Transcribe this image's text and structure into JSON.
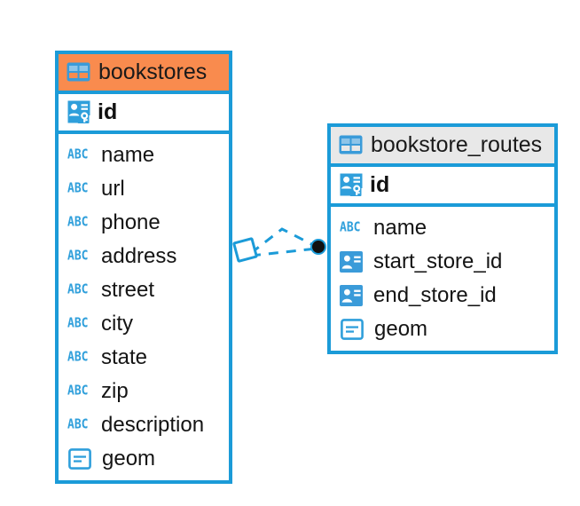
{
  "diagram": {
    "type": "er-diagram",
    "colors": {
      "entity_border": "#1b9bd8",
      "header_accent_orange": "#f98b4e",
      "header_accent_gray": "#e8e8e8",
      "icon_blue": "#2f9fdb",
      "connector_line": "#1b9bd8",
      "connector_endpoint": "#111111",
      "background": "#ffffff",
      "text": "#141414"
    },
    "entities": [
      {
        "id": "bookstores",
        "name": "bookstores",
        "header_accent": "orange",
        "table_icon": "table-grid-icon",
        "primary_key": {
          "label": "id",
          "icon": "primary-key-icon"
        },
        "fields": [
          {
            "label": "name",
            "icon": "abc-text-icon",
            "icon_text": "ABC"
          },
          {
            "label": "url",
            "icon": "abc-text-icon",
            "icon_text": "ABC"
          },
          {
            "label": "phone",
            "icon": "abc-text-icon",
            "icon_text": "ABC"
          },
          {
            "label": "address",
            "icon": "abc-text-icon",
            "icon_text": "ABC"
          },
          {
            "label": "street",
            "icon": "abc-text-icon",
            "icon_text": "ABC"
          },
          {
            "label": "city",
            "icon": "abc-text-icon",
            "icon_text": "ABC"
          },
          {
            "label": "state",
            "icon": "abc-text-icon",
            "icon_text": "ABC"
          },
          {
            "label": "zip",
            "icon": "abc-text-icon",
            "icon_text": "ABC"
          },
          {
            "label": "description",
            "icon": "abc-text-icon",
            "icon_text": "ABC"
          },
          {
            "label": "geom",
            "icon": "geometry-icon",
            "icon_text": ""
          }
        ]
      },
      {
        "id": "bookstore_routes",
        "name": "bookstore_routes",
        "header_accent": "gray",
        "table_icon": "table-grid-icon",
        "primary_key": {
          "label": "id",
          "icon": "primary-key-icon"
        },
        "fields": [
          {
            "label": "name",
            "icon": "abc-text-icon",
            "icon_text": "ABC"
          },
          {
            "label": "start_store_id",
            "icon": "foreign-key-icon",
            "icon_text": ""
          },
          {
            "label": "end_store_id",
            "icon": "foreign-key-icon",
            "icon_text": ""
          },
          {
            "label": "geom",
            "icon": "geometry-icon",
            "icon_text": ""
          }
        ]
      }
    ],
    "relationship": {
      "from_entity": "bookstores",
      "to_entity": "bookstore_routes",
      "line_style": "dashed",
      "source_marker": "diamond-outline",
      "target_marker": "filled-circle"
    }
  }
}
